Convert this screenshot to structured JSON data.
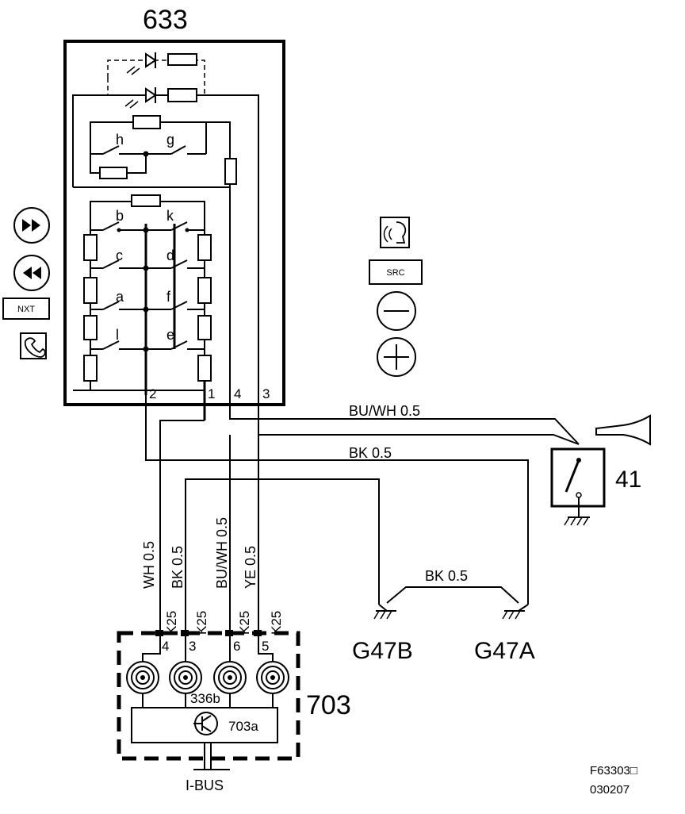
{
  "module_633": {
    "number": "633"
  },
  "switches": {
    "h": "h",
    "g": "g",
    "b": "b",
    "k": "k",
    "c": "c",
    "d": "d",
    "a": "a",
    "f": "f",
    "l": "l",
    "e": "e"
  },
  "pins_633": {
    "p2": "2",
    "p1": "1",
    "p4": "4",
    "p3": "3"
  },
  "buttons": {
    "fast_forward_icon": "fast-forward",
    "rewind_icon": "rewind",
    "nxt": "NXT",
    "phone_icon": "phone",
    "voice_icon": "voice",
    "src": "SRC",
    "minus_icon": "minus",
    "plus_icon": "plus"
  },
  "wires": {
    "bu_wh_top": "BU/WH 0.5",
    "bk_top": "BK   0.5",
    "bk_ground": "BK   0.5",
    "v_wh": "WH  0.5",
    "v_bk": "BK  0.5",
    "v_buwh": "BU/WH  0.5",
    "v_ye": "YE  0.5"
  },
  "connectors": {
    "k25_1": "K25",
    "k25_2": "K25",
    "k25_3": "K25",
    "k25_4": "K25"
  },
  "horn": {
    "number": "41"
  },
  "grounds": {
    "g47b": "G47B",
    "g47a": "G47A"
  },
  "module_703": {
    "number": "703",
    "pin4": "4",
    "pin3": "3",
    "pin6": "6",
    "pin5": "5",
    "coil_label": "336b",
    "sub_label": "703a",
    "bus_label": "I-BUS"
  },
  "footer": {
    "code": "F63303□",
    "date": "030207"
  }
}
